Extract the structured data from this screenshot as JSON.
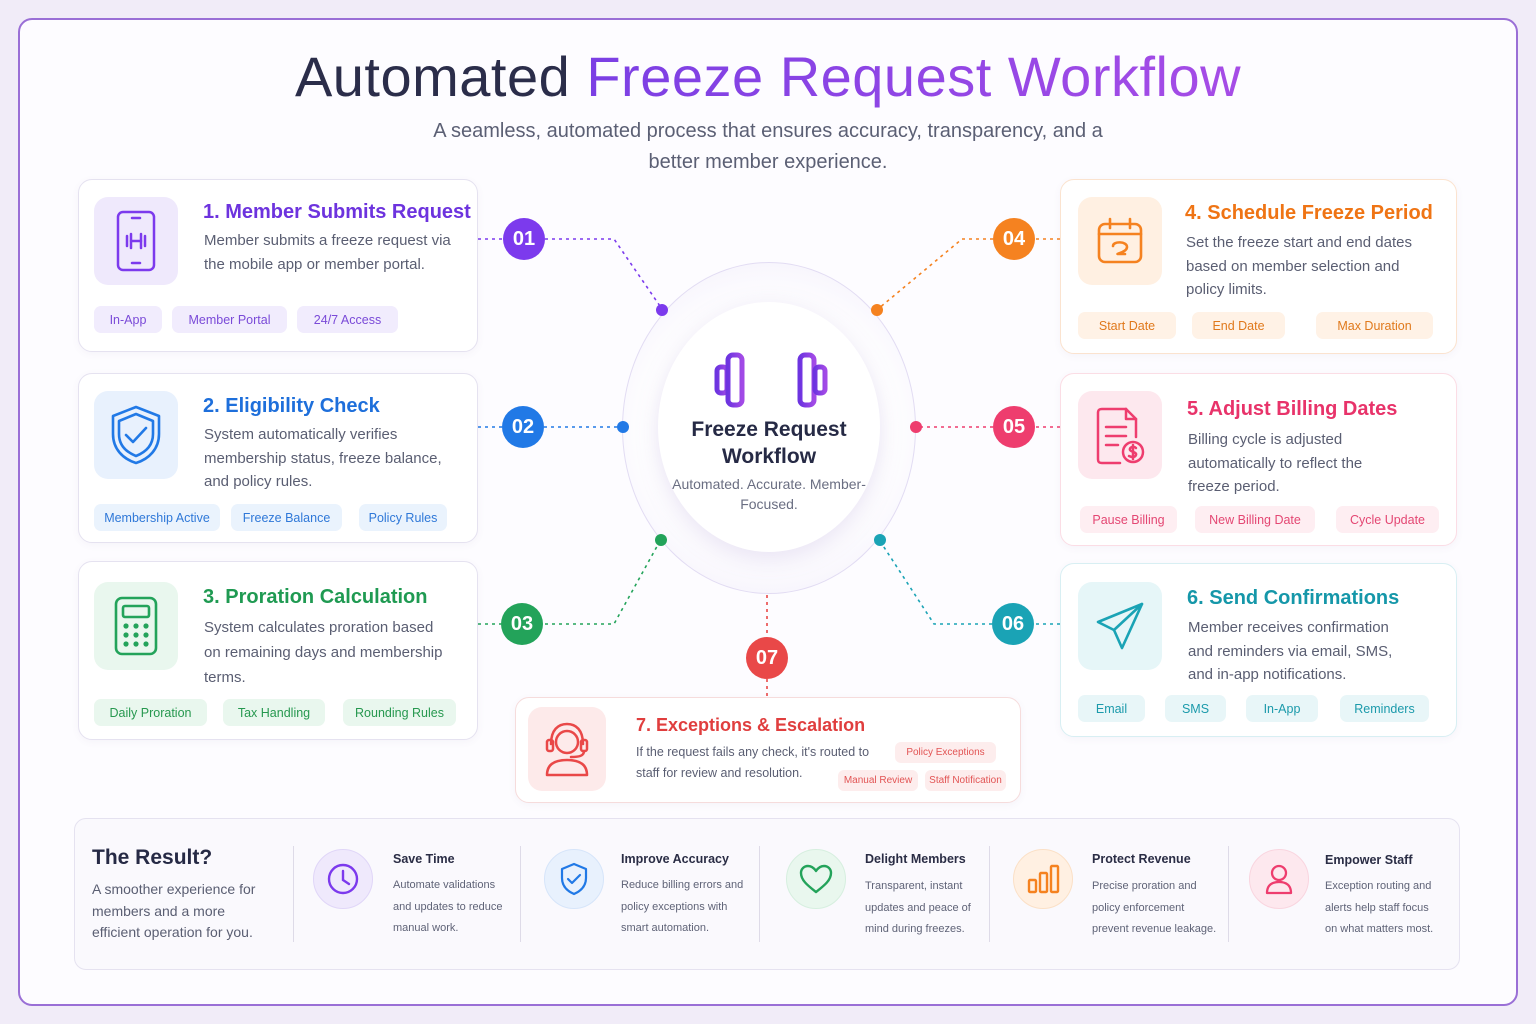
{
  "header": {
    "title_part1": "Automated ",
    "title_part2": "Freeze Request Workflow",
    "subtitle": "A seamless, automated process that ensures accuracy, transparency, and a better member experience."
  },
  "hub": {
    "title": "Freeze Request Workflow",
    "subtitle": "Automated. Accurate. Member-Focused.",
    "icon": "dumbbell-icon"
  },
  "colors": {
    "step1": "#7c3aed",
    "step2": "#2179e6",
    "step3": "#23a35a",
    "step4": "#f58220",
    "step5": "#ee3d6e",
    "step6": "#1aa3b5",
    "step7": "#e94848"
  },
  "steps": [
    {
      "number": "01",
      "title": "1. Member Submits Request",
      "desc": "Member submits a freeze request via the mobile app or member portal.",
      "tags": [
        "In-App",
        "Member Portal",
        "24/7 Access"
      ],
      "icon": "mobile-phone-icon"
    },
    {
      "number": "02",
      "title": "2. Eligibility Check",
      "desc": "System automatically verifies membership status, freeze balance, and policy rules.",
      "tags": [
        "Membership Active",
        "Freeze Balance",
        "Policy Rules"
      ],
      "icon": "shield-check-icon"
    },
    {
      "number": "03",
      "title": "3. Proration Calculation",
      "desc": "System calculates proration based on remaining days and membership terms.",
      "tags": [
        "Daily Proration",
        "Tax Handling",
        "Rounding Rules"
      ],
      "icon": "calculator-icon"
    },
    {
      "number": "04",
      "title": "4. Schedule Freeze Period",
      "desc": "Set the freeze start and end dates based on member selection and policy limits.",
      "tags": [
        "Start Date",
        "End Date",
        "Max Duration"
      ],
      "icon": "calendar-icon"
    },
    {
      "number": "05",
      "title": "5. Adjust Billing Dates",
      "desc": "Billing cycle is adjusted automatically to reflect the freeze period.",
      "tags": [
        "Pause Billing",
        "New Billing Date",
        "Cycle Update"
      ],
      "icon": "invoice-dollar-icon"
    },
    {
      "number": "06",
      "title": "6. Send Confirmations",
      "desc": "Member receives confirmation and reminders via email, SMS, and in-app notifications.",
      "tags": [
        "Email",
        "SMS",
        "In-App",
        "Reminders"
      ],
      "icon": "paper-plane-icon"
    },
    {
      "number": "07",
      "title": "7. Exceptions & Escalation",
      "desc": "If the request fails any check, it's routed to staff for review and resolution.",
      "tags": [
        "Policy Exceptions",
        "Manual Review",
        "Staff Notification"
      ],
      "icon": "headset-agent-icon"
    }
  ],
  "result": {
    "title": "The Result?",
    "desc": "A smoother experience for members and a more efficient operation for you.",
    "items": [
      {
        "title": "Save Time",
        "desc": "Automate validations and updates to reduce manual work.",
        "icon": "clock-icon"
      },
      {
        "title": "Improve Accuracy",
        "desc": "Reduce billing errors and policy exceptions with smart automation.",
        "icon": "shield-check-icon"
      },
      {
        "title": "Delight Members",
        "desc": "Transparent, instant updates and peace of mind during freezes.",
        "icon": "heart-icon"
      },
      {
        "title": "Protect Revenue",
        "desc": "Precise proration and policy enforcement prevent revenue leakage.",
        "icon": "bar-chart-icon"
      },
      {
        "title": "Empower Staff",
        "desc": "Exception routing and alerts help staff focus on what matters most.",
        "icon": "user-icon"
      }
    ]
  }
}
